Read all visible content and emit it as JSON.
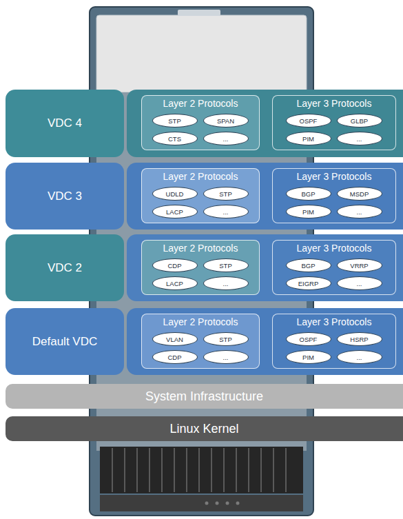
{
  "diagram": {
    "nodes": [
      {
        "text": [
          "VDC 4"
        ]
      },
      {
        "text": [
          "Layer 2 Protocols"
        ],
        "in": 0
      },
      {
        "text": [
          "STP"
        ],
        "in": 1
      },
      {
        "text": [
          "SPAN"
        ],
        "in": 1
      },
      {
        "text": [
          "CTS"
        ],
        "in": 1
      },
      {
        "text": [
          "..."
        ],
        "in": 1
      },
      {
        "text": [
          "Layer 3 Protocols"
        ],
        "in": 0
      },
      {
        "text": [
          "OSPF"
        ],
        "in": 6
      },
      {
        "text": [
          "GLBP"
        ],
        "in": 6
      },
      {
        "text": [
          "PIM"
        ],
        "in": 6
      },
      {
        "text": [
          "..."
        ],
        "in": 6
      },
      {
        "text": [
          "VDC 3"
        ]
      },
      {
        "text": [
          "Layer 2 Protocols"
        ],
        "in": 11
      },
      {
        "text": [
          "UDLD"
        ],
        "in": 12
      },
      {
        "text": [
          "STP"
        ],
        "in": 12
      },
      {
        "text": [
          "LACP"
        ],
        "in": 12
      },
      {
        "text": [
          "..."
        ],
        "in": 12
      },
      {
        "text": [
          "Layer 3 Protocols"
        ],
        "in": 11
      },
      {
        "text": [
          "BGP"
        ],
        "in": 17
      },
      {
        "text": [
          "MSDP"
        ],
        "in": 17
      },
      {
        "text": [
          "PIM"
        ],
        "in": 17
      },
      {
        "text": [
          "..."
        ],
        "in": 17
      },
      {
        "text": [
          "VDC 2"
        ]
      },
      {
        "text": [
          "Layer 2 Protocols"
        ],
        "in": 22
      },
      {
        "text": [
          "CDP"
        ],
        "in": 23
      },
      {
        "text": [
          "STP"
        ],
        "in": 23
      },
      {
        "text": [
          "LACP"
        ],
        "in": 23
      },
      {
        "text": [
          "..."
        ],
        "in": 23
      },
      {
        "text": [
          "Layer 3 Protocols"
        ],
        "in": 22
      },
      {
        "text": [
          "BGP"
        ],
        "in": 28
      },
      {
        "text": [
          "VRRP"
        ],
        "in": 28
      },
      {
        "text": [
          "EIGRP"
        ],
        "in": 28
      },
      {
        "text": [
          "..."
        ],
        "in": 28
      },
      {
        "text": [
          "Default VDC"
        ]
      },
      {
        "text": [
          "Layer 2 Protocols"
        ],
        "in": 33
      },
      {
        "text": [
          "VLAN"
        ],
        "in": 34
      },
      {
        "text": [
          "STP"
        ],
        "in": 34
      },
      {
        "text": [
          "CDP"
        ],
        "in": 34
      },
      {
        "text": [
          "..."
        ],
        "in": 34
      },
      {
        "text": [
          "Layer 3 Protocols"
        ],
        "in": 33
      },
      {
        "text": [
          "OSPF"
        ],
        "in": 39
      },
      {
        "text": [
          "HSRP"
        ],
        "in": 39
      },
      {
        "text": [
          "PIM"
        ],
        "in": 39
      },
      {
        "text": [
          "..."
        ],
        "in": 39
      },
      {
        "text": [
          "System Infrastructure"
        ]
      },
      {
        "text": [
          "Linux Kernel"
        ]
      }
    ]
  }
}
